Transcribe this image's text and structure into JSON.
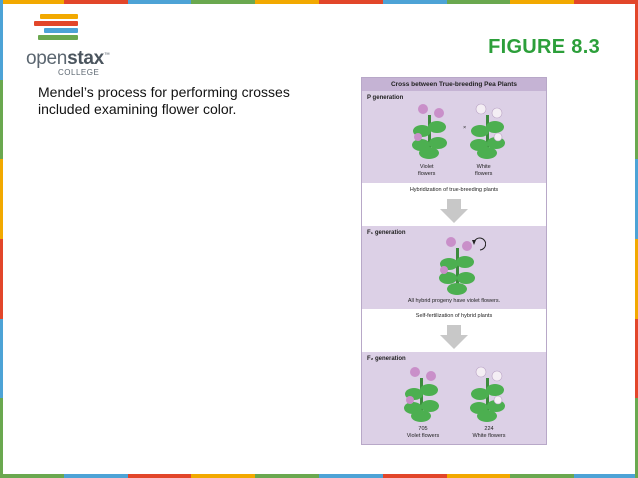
{
  "brand": {
    "name_light": "open",
    "name_bold": "stax",
    "trademark": "™",
    "sub": "COLLEGE"
  },
  "slide": {
    "figure_title": "FIGURE 8.3",
    "caption": "Mendel’s process for performing crosses included examining flower color."
  },
  "figure": {
    "heading": "Cross between True-breeding Pea Plants",
    "p_generation": "P generation",
    "cross_symbol": "×",
    "violet_label": "Violet\nflowers",
    "white_label": "White\nflowers",
    "hybridization": "Hybridization of true-breeding plants",
    "f1_generation": "F₁ generation",
    "f1_note": "All hybrid progeny have violet flowers.",
    "self_fertilization": "Self-fertilization of hybrid plants",
    "f2_generation": "F₂ generation",
    "f2_violet_count": "705",
    "f2_violet_label": "Violet flowers",
    "f2_white_count": "224",
    "f2_white_label": "White flowers"
  },
  "colors": {
    "title_green": "#2c9f3a",
    "violet_flower": "#c98fc9",
    "white_flower": "#f4eef4",
    "leaf": "#4caf50"
  }
}
